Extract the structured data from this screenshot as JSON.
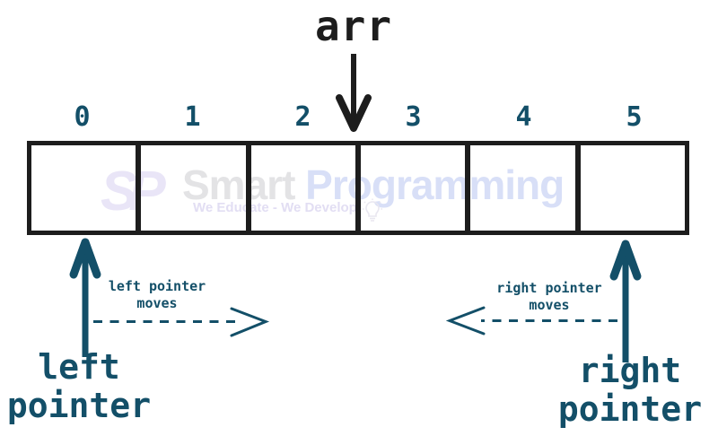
{
  "diagram": {
    "title": "arr",
    "array": {
      "indices": [
        "0",
        "1",
        "2",
        "3",
        "4",
        "5"
      ],
      "cell_values": [
        "",
        "",
        "",
        "",
        "",
        ""
      ]
    },
    "left_pointer": {
      "label_line1": "left",
      "label_line2": "pointer",
      "caption_line1": "left pointer",
      "caption_line2": "moves"
    },
    "right_pointer": {
      "label_line1": "right",
      "label_line2": "pointer",
      "caption_line1": "right pointer",
      "caption_line2": "moves"
    }
  },
  "watermark": {
    "logo": "SP",
    "brand_first": "Smart",
    "brand_second": " Programming",
    "tagline": "We Educate - We Develop",
    "icon": "lightbulb-icon"
  },
  "colors": {
    "accent_teal": "#134f68",
    "ink_black": "#1d1d1d",
    "watermark_gray": "#e3e3e5",
    "watermark_blue": "#d8dff7",
    "watermark_lavender": "#e2def3",
    "background": "#ffffff"
  }
}
